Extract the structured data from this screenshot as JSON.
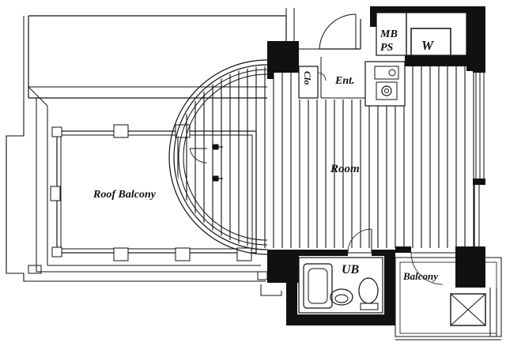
{
  "labels": {
    "roof_balcony": "Roof Balcony",
    "room": "Room",
    "entrance": "Ent.",
    "closet": "Clo",
    "meter_box": "MB",
    "pipe_space": "PS",
    "washer": "W",
    "unit_bath": "UB",
    "balcony": "Balcony"
  }
}
